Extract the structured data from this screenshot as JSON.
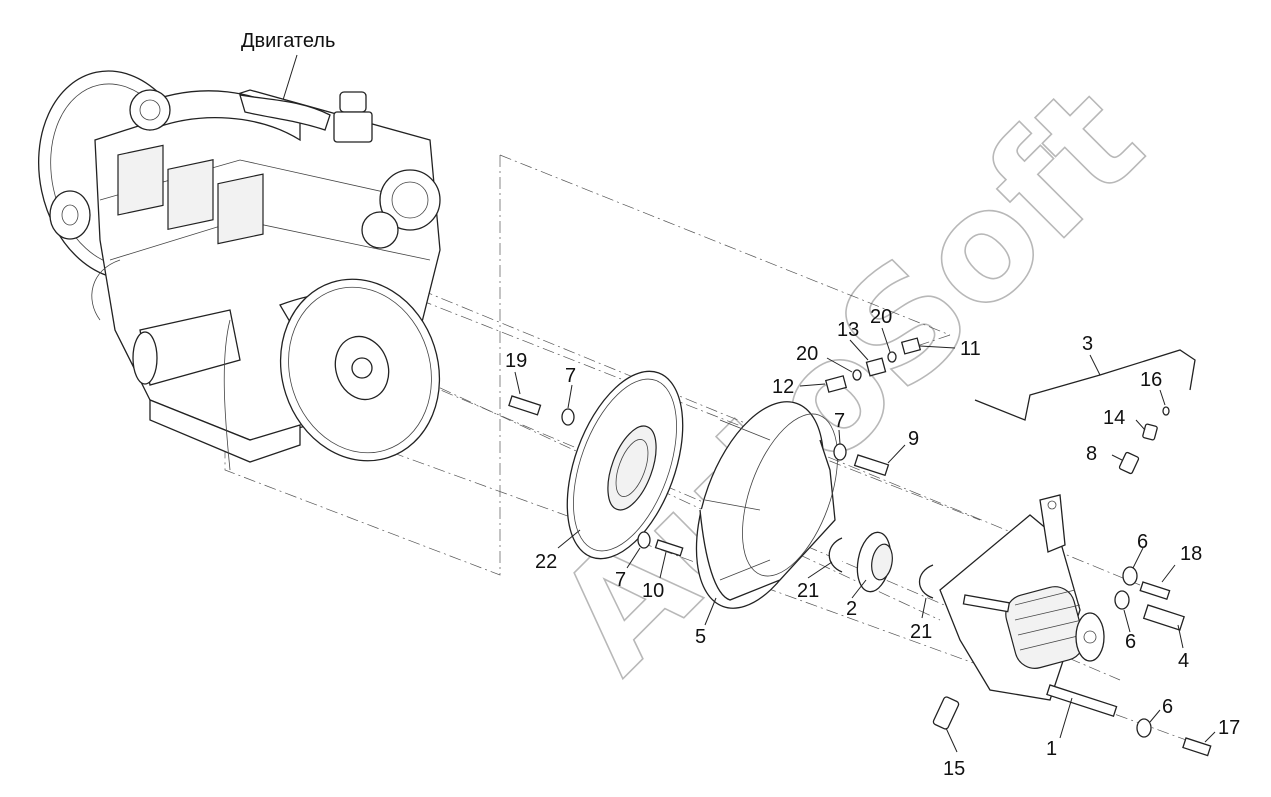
{
  "diagram": {
    "title": "Двигатель",
    "watermark": "AutoSoft",
    "callouts": [
      {
        "id": "c19",
        "text": "19"
      },
      {
        "id": "c7a",
        "text": "7"
      },
      {
        "id": "c22",
        "text": "22"
      },
      {
        "id": "c7b",
        "text": "7"
      },
      {
        "id": "c10",
        "text": "10"
      },
      {
        "id": "c5",
        "text": "5"
      },
      {
        "id": "c21a",
        "text": "21"
      },
      {
        "id": "c2",
        "text": "2"
      },
      {
        "id": "c21b",
        "text": "21"
      },
      {
        "id": "c7c",
        "text": "7"
      },
      {
        "id": "c9",
        "text": "9"
      },
      {
        "id": "c12",
        "text": "12"
      },
      {
        "id": "c20a",
        "text": "20"
      },
      {
        "id": "c13",
        "text": "13"
      },
      {
        "id": "c20b",
        "text": "20"
      },
      {
        "id": "c11",
        "text": "11"
      },
      {
        "id": "c3",
        "text": "3"
      },
      {
        "id": "c16",
        "text": "16"
      },
      {
        "id": "c14",
        "text": "14"
      },
      {
        "id": "c8",
        "text": "8"
      },
      {
        "id": "c6a",
        "text": "6"
      },
      {
        "id": "c18",
        "text": "18"
      },
      {
        "id": "c6b",
        "text": "6"
      },
      {
        "id": "c4",
        "text": "4"
      },
      {
        "id": "c6c",
        "text": "6"
      },
      {
        "id": "c17",
        "text": "17"
      },
      {
        "id": "c1",
        "text": "1"
      },
      {
        "id": "c15",
        "text": "15"
      }
    ]
  }
}
